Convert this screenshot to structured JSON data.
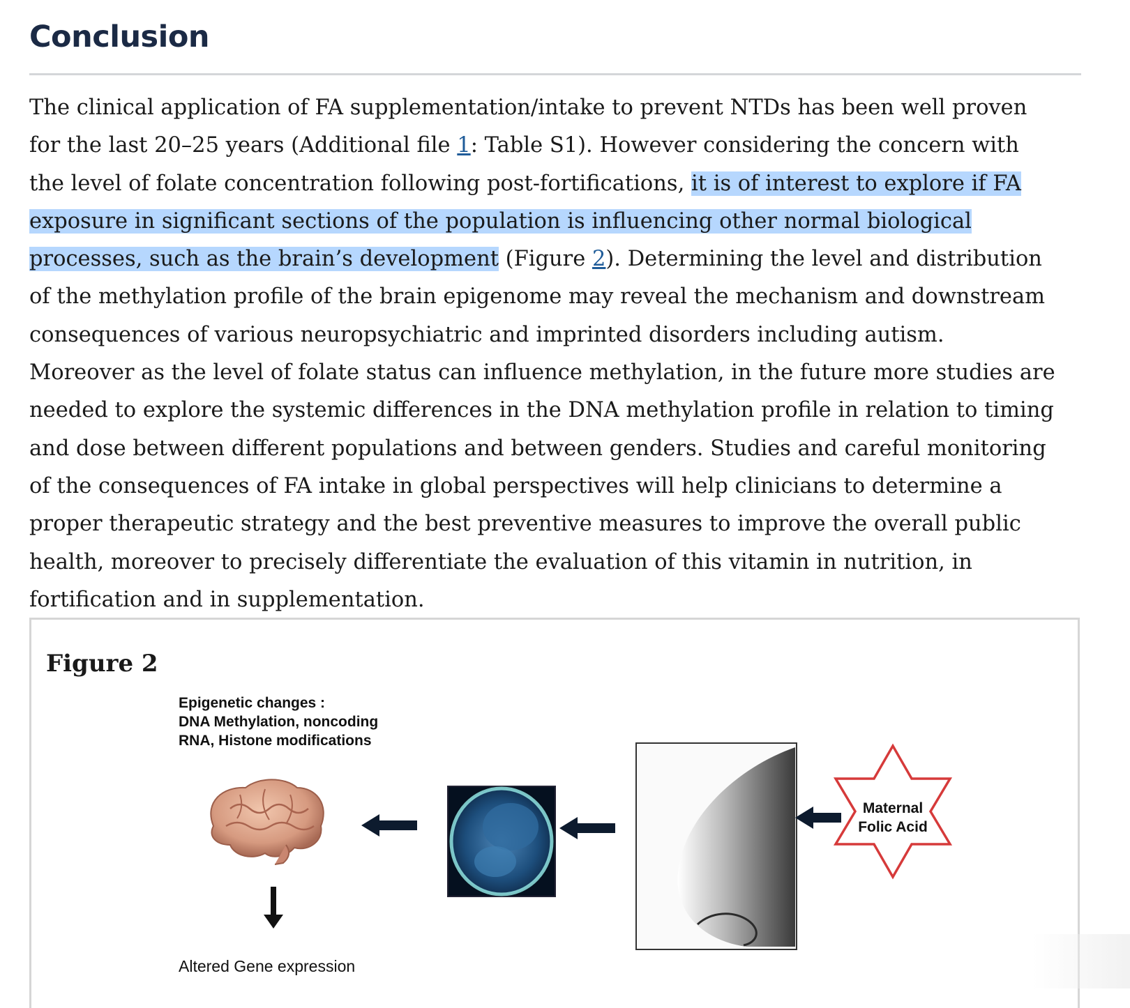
{
  "section": {
    "heading": "Conclusion"
  },
  "paragraph": {
    "l1": "The clinical application of FA supplementation/intake to prevent NTDs has been well proven",
    "l2_a": "for the last 20–25 years (Additional file ",
    "l2_ref": "1",
    "l2_b": ": Table S1). However considering the concern with",
    "l3_a": "the level of folate concentration following post-fortifications, ",
    "l3_hl": "it is of interest to explore if FA",
    "l4_hl": "exposure in significant sections of the population is influencing other normal biological",
    "l5_hl": "processes, such as the brain’s development",
    "l5_b": " (Figure ",
    "l5_ref": "2",
    "l5_c": "). Determining the level and distribution",
    "l6": "of the methylation profile of the brain epigenome may reveal the mechanism and downstream",
    "l7": "consequences of various neuropsychiatric and imprinted disorders including autism.",
    "l8": "Moreover as the level of folate status can influence methylation, in the future more studies are",
    "l9": "needed to explore the systemic differences in the DNA methylation profile in relation to timing",
    "l10": "and dose between different populations and between genders. Studies and careful monitoring",
    "l11": "of the consequences of FA intake in global perspectives will help clinicians to determine a",
    "l12": "proper therapeutic strategy and the best preventive measures to improve the overall public",
    "l13": "health, moreover to precisely differentiate the evaluation of this vitamin in nutrition, in",
    "l14": "fortification and in supplementation."
  },
  "figure": {
    "title": "Figure 2",
    "epigenetic_l1": "Epigenetic changes :",
    "epigenetic_l2": "DNA Methylation, noncoding",
    "epigenetic_l3": "RNA, Histone modifications",
    "outcome": "Altered Gene expression",
    "star_l1": "Maternal",
    "star_l2": "Folic Acid"
  },
  "colors": {
    "heading": "#1b2a45",
    "highlight": "#b6d7fe",
    "link": "#1f5c99",
    "star_outline": "#d63a3a",
    "arrow": "#0d1b2e"
  }
}
